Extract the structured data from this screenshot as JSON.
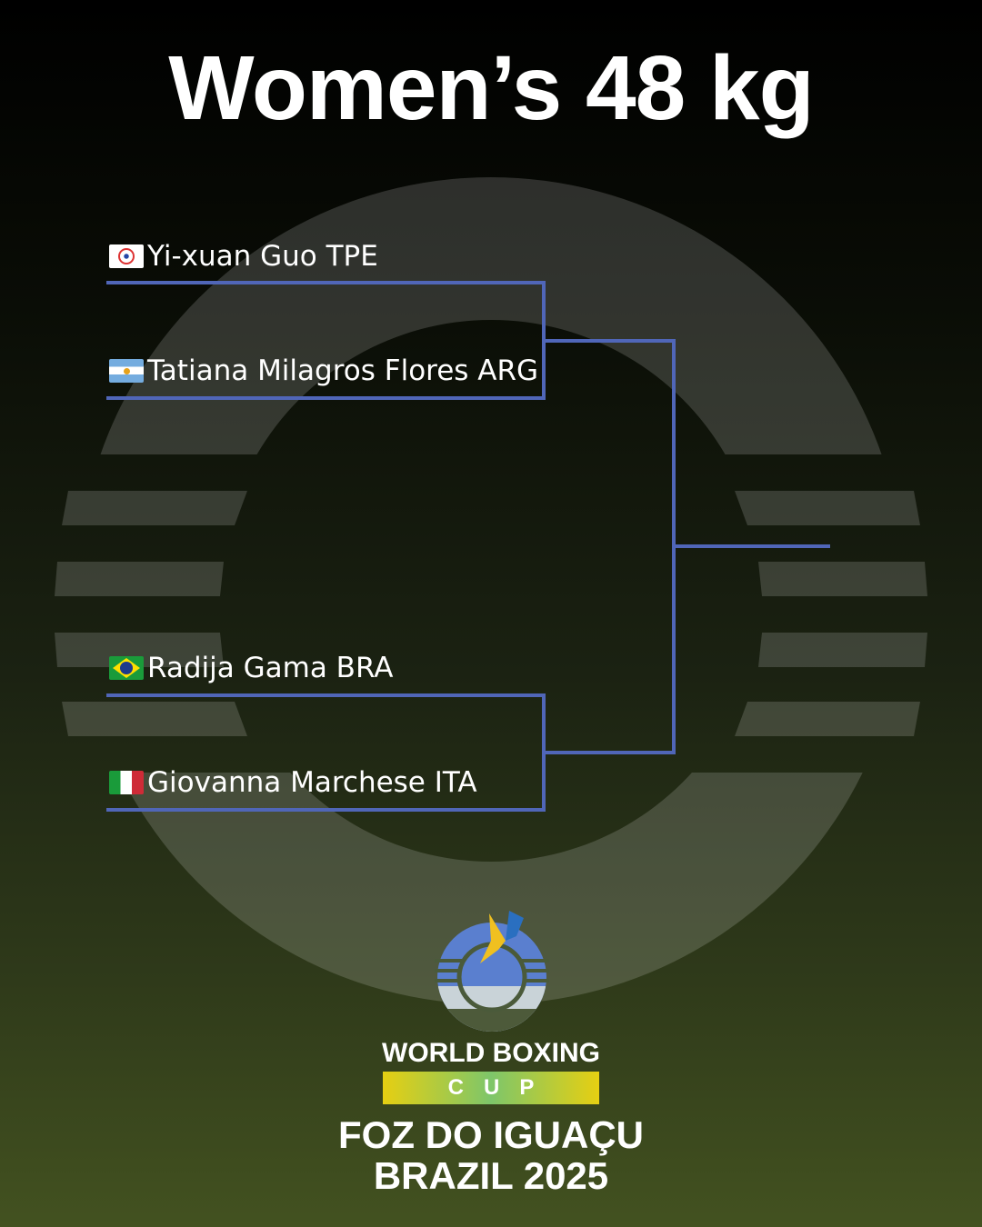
{
  "title": "Women’s 48 kg",
  "bracket": {
    "fighters": [
      {
        "name": "Yi-xuan Guo TPE",
        "flag": "tpe-flag-icon"
      },
      {
        "name": "Tatiana Milagros Flores ARG",
        "flag": "argentina-flag-icon"
      },
      {
        "name": "Radija Gama BRA",
        "flag": "brazil-flag-icon"
      },
      {
        "name": "Giovanna Marchese ITA",
        "flag": "italy-flag-icon"
      }
    ],
    "line_color": "#5066b8"
  },
  "footer": {
    "event_line1": "WORLD BOXING",
    "event_line2": "CUP",
    "location": "FOZ DO IGUAÇU",
    "country_year": "BRAZIL 2025"
  }
}
